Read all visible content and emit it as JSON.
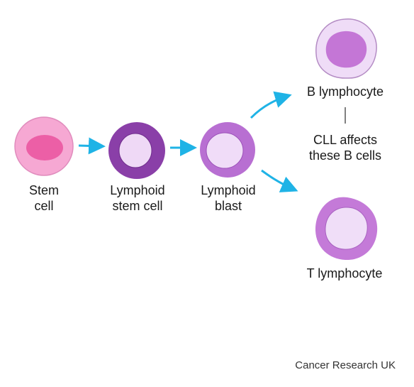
{
  "cells": {
    "stem": {
      "line1": "Stem",
      "line2": "cell"
    },
    "lymphoid_stem": {
      "line1": "Lymphoid",
      "line2": "stem cell"
    },
    "lymphoid_blast": {
      "line1": "Lymphoid",
      "line2": "blast"
    },
    "b_lymphocyte": {
      "label": "B lymphocyte"
    },
    "t_lymphocyte": {
      "label": "T lymphocyte"
    }
  },
  "annotation": {
    "line1": "CLL affects",
    "line2": "these B cells"
  },
  "credit": "Cancer Research UK",
  "colors": {
    "arrow": "#1fb3e6",
    "stem_cytoplasm": "#f6a8d3",
    "stem_nucleus": "#ec5fa6",
    "lymphoid_stem_cytoplasm": "#8a3fa8",
    "lymphoid_stem_nucleus": "#efd9f6",
    "blast_cytoplasm": "#b86fd2",
    "blast_nucleus": "#f0dcf8",
    "b_cytoplasm": "#efdcf7",
    "b_nucleus": "#c476d6",
    "t_cytoplasm": "#c47ad8",
    "t_nucleus": "#f0def8",
    "connector": "#555555"
  }
}
